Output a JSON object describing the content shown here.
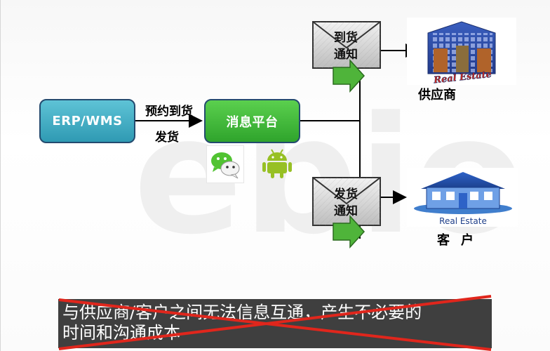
{
  "diagram": {
    "nodes": {
      "erp": "ERP/WMS",
      "msg_platform": "消息平台",
      "supplier": "供应商",
      "customer": "客户"
    },
    "edge_labels": {
      "booking": "预约到货",
      "shipping": "发货"
    },
    "notifications": {
      "arrival": [
        "到货",
        "通知"
      ],
      "shipment": [
        "发货",
        "通知"
      ]
    },
    "building_signs": {
      "supplier_sign": "Real Estate",
      "customer_sign": "Real Estate"
    },
    "watermark": "ebio"
  },
  "note": {
    "line1": "与供应商/客户之间无法信息互通，产生不必要的",
    "line2": "时间和沟通成本",
    "crossed_out": true
  },
  "colors": {
    "erp_fill": "#3aa9c0",
    "msg_fill": "#3cba36",
    "box_border": "#244b6f",
    "cross_red": "#e0261c",
    "note_bg": "#3f3f3f",
    "arrow_green": "#4fb43a"
  }
}
